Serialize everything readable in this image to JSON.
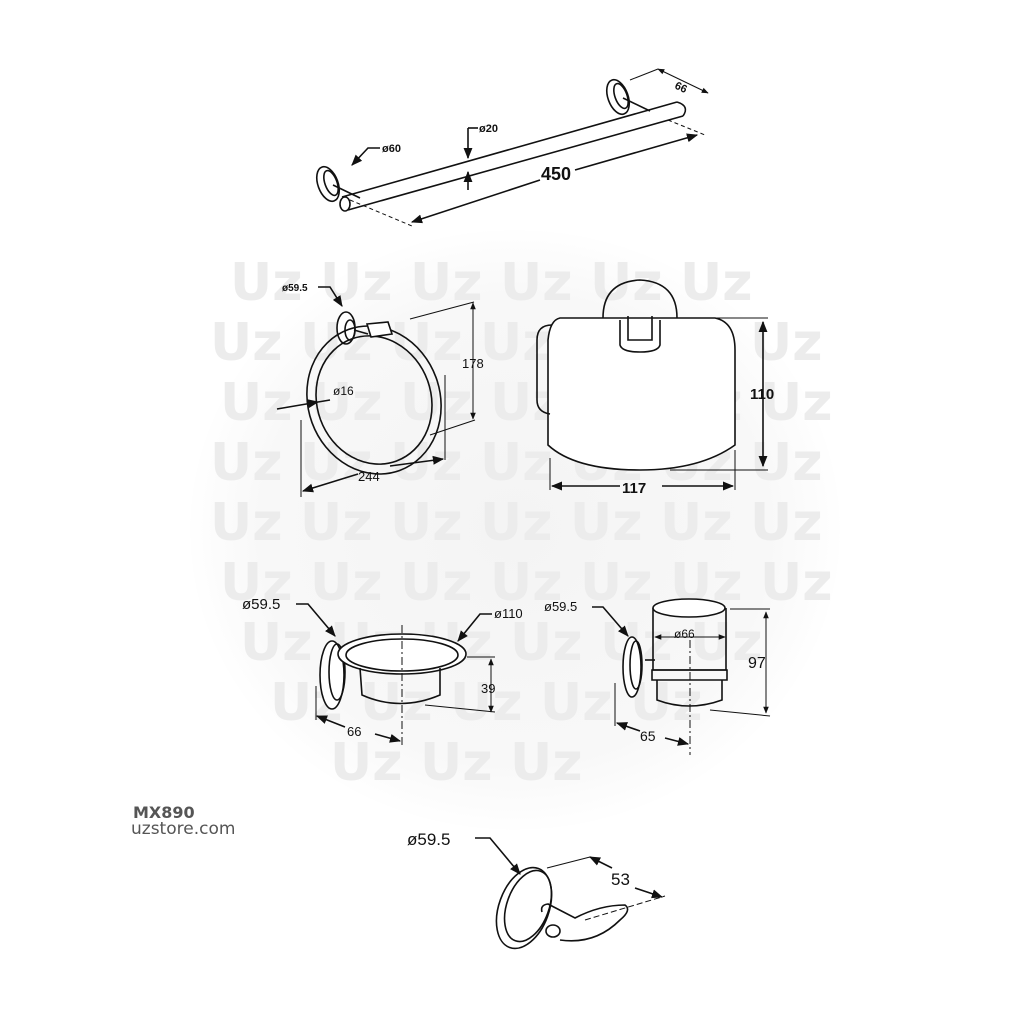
{
  "branding": {
    "sku": "MX890",
    "website": "uzstore.com",
    "watermark": "Uz",
    "watermark_color": "#e6e6e6",
    "text_color": "#555555"
  },
  "drawing": {
    "line_color": "#111111",
    "products": {
      "towel_bar": {
        "flange_diameter": "ø60",
        "tube_diameter": "ø20",
        "length": "450",
        "projection": "66"
      },
      "towel_ring": {
        "flange_diameter": "ø59.5",
        "tube_diameter": "ø16",
        "height": "178",
        "width": "244"
      },
      "paper_holder": {
        "height": "110",
        "width": "117"
      },
      "soap_dish": {
        "flange_diameter": "ø59.5",
        "dish_diameter": "ø110",
        "height": "39",
        "projection": "66"
      },
      "tumbler_holder": {
        "flange_diameter": "ø59.5",
        "cup_diameter": "ø66",
        "height": "97",
        "projection": "65"
      },
      "robe_hook": {
        "flange_diameter": "ø59.5",
        "projection": "53"
      }
    }
  }
}
